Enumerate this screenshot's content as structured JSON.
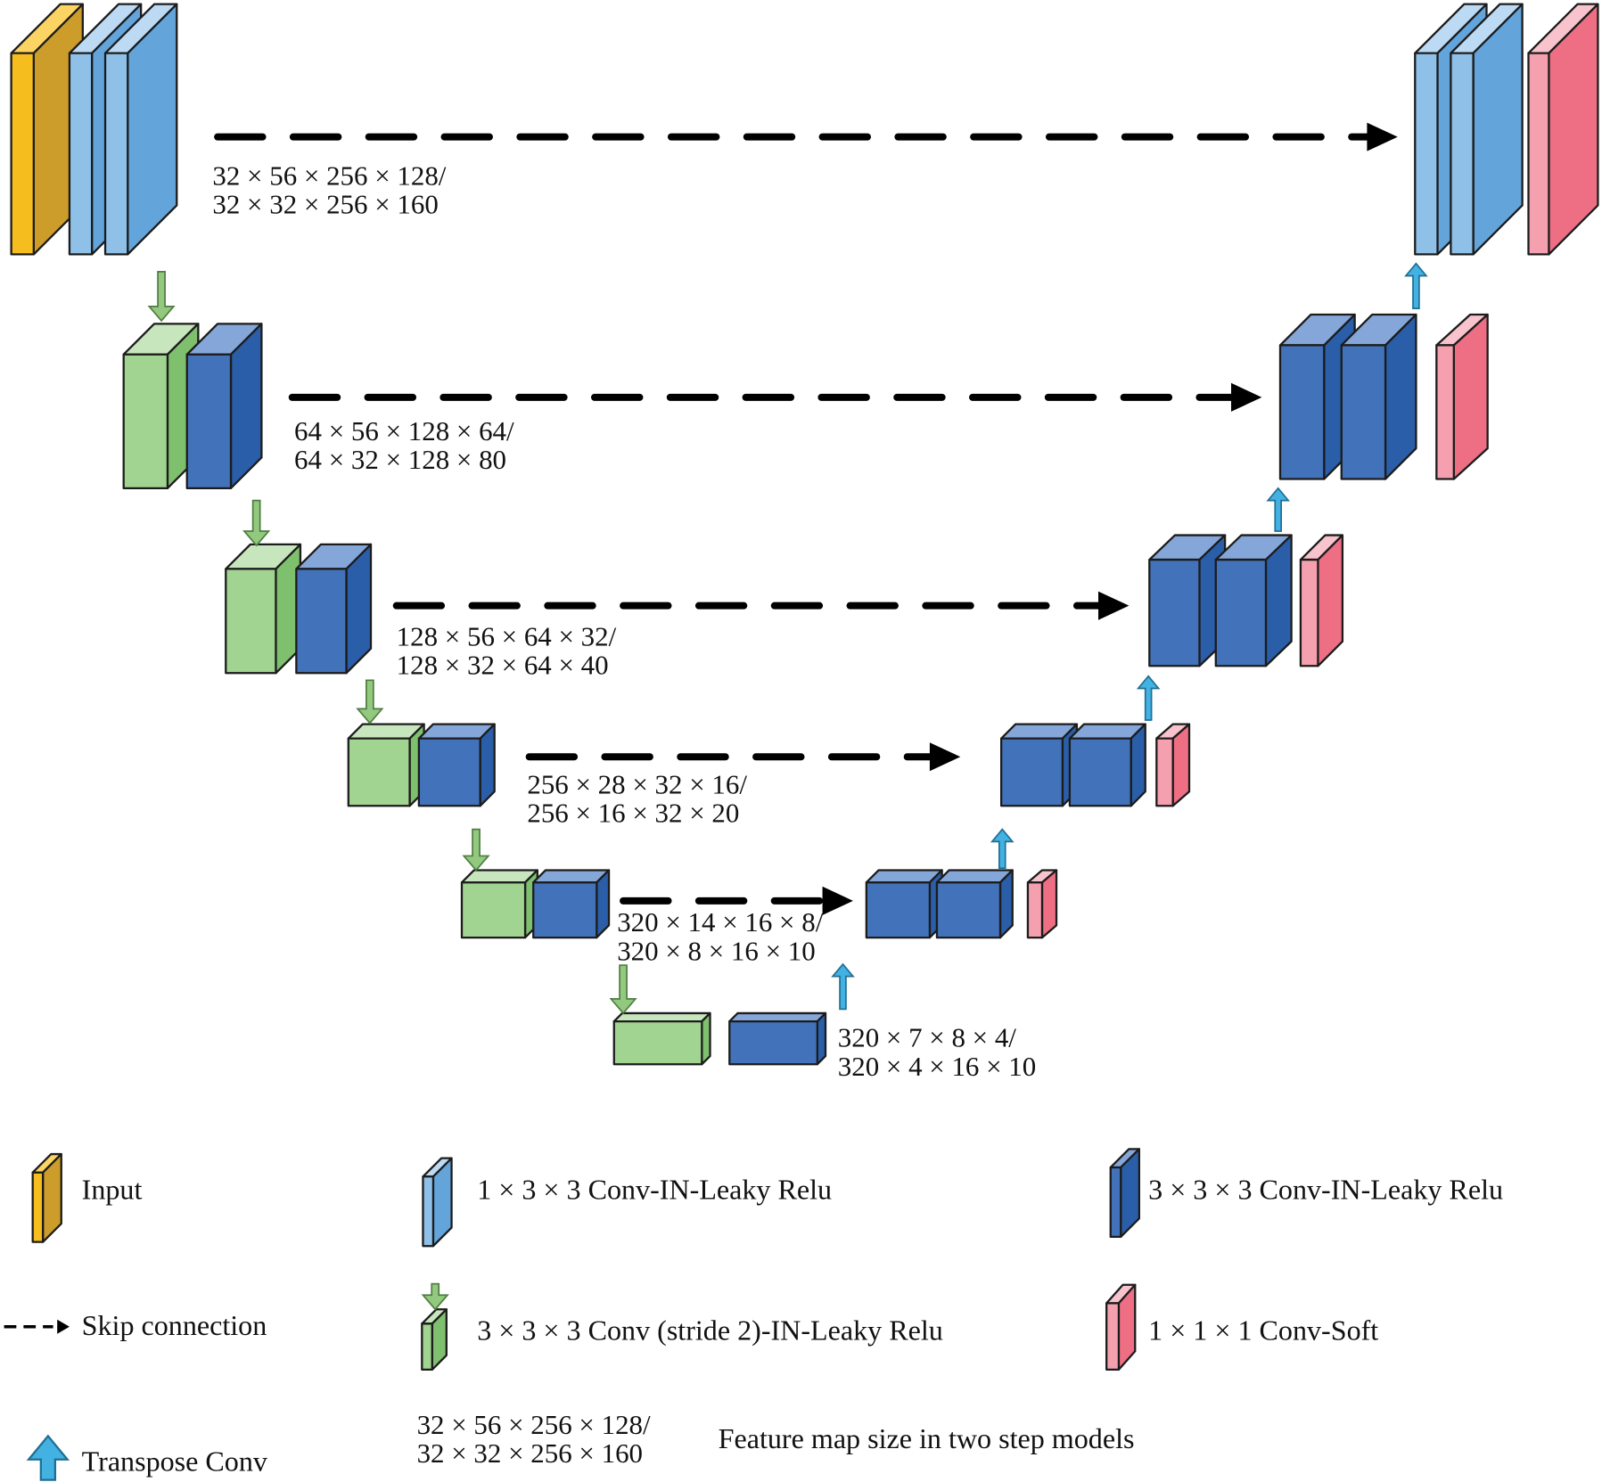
{
  "colors": {
    "input": {
      "front": "#f6bd1f",
      "side": "#cc9d2a",
      "top": "#fbd464"
    },
    "conv1x3x3": {
      "front": "#8fc0e8",
      "side": "#63a4db",
      "top": "#bcdaf3"
    },
    "conv3x3x3": {
      "front": "#4272b9",
      "side": "#2a5ea8",
      "top": "#85a6d9"
    },
    "conv_stride2": {
      "front": "#a1d391",
      "side": "#7fc06e",
      "top": "#c8e6bd"
    },
    "conv_soft": {
      "front": "#f5a0ae",
      "side": "#ee6f84",
      "top": "#f8c3cc"
    },
    "transpose_arrow": "#44b1e3",
    "downsample_arrow": "#92c97e",
    "skip": "#000000"
  },
  "diagram": {
    "title": "3D U-Net architecture",
    "levels": [
      {
        "line1": "32 × 56 × 256 × 128/",
        "line2": "32 × 32 × 256 × 160"
      },
      {
        "line1": "64 × 56 × 128 × 64/",
        "line2": "64 × 32 × 128 × 80"
      },
      {
        "line1": "128 × 56 × 64 × 32/",
        "line2": "128 × 32 × 64 × 40"
      },
      {
        "line1": "256 × 28 × 32 × 16/",
        "line2": "256 × 16 × 32 × 20"
      },
      {
        "line1": "320 × 14 × 16 × 8/",
        "line2": "320 × 8 × 16 × 10"
      },
      {
        "line1": "320 × 7 × 8 × 4/",
        "line2": "320 × 4 × 16 × 10"
      }
    ]
  },
  "legend": {
    "input": "Input",
    "conv1x3x3": "1 × 3 × 3 Conv-IN-Leaky Relu",
    "conv3x3x3": "3 × 3 × 3 Conv-IN-Leaky Relu",
    "skip": "Skip connection",
    "conv_stride2": "3 × 3 × 3 Conv (stride 2)-IN-Leaky Relu",
    "conv_soft": "1 × 1 × 1 Conv-Soft",
    "transpose": "Transpose Conv",
    "feature_example_line1": "32 × 56 × 256 × 128/",
    "feature_example_line2": "32 × 32 × 256 × 160",
    "feature_desc": "Feature map size in two step models"
  }
}
